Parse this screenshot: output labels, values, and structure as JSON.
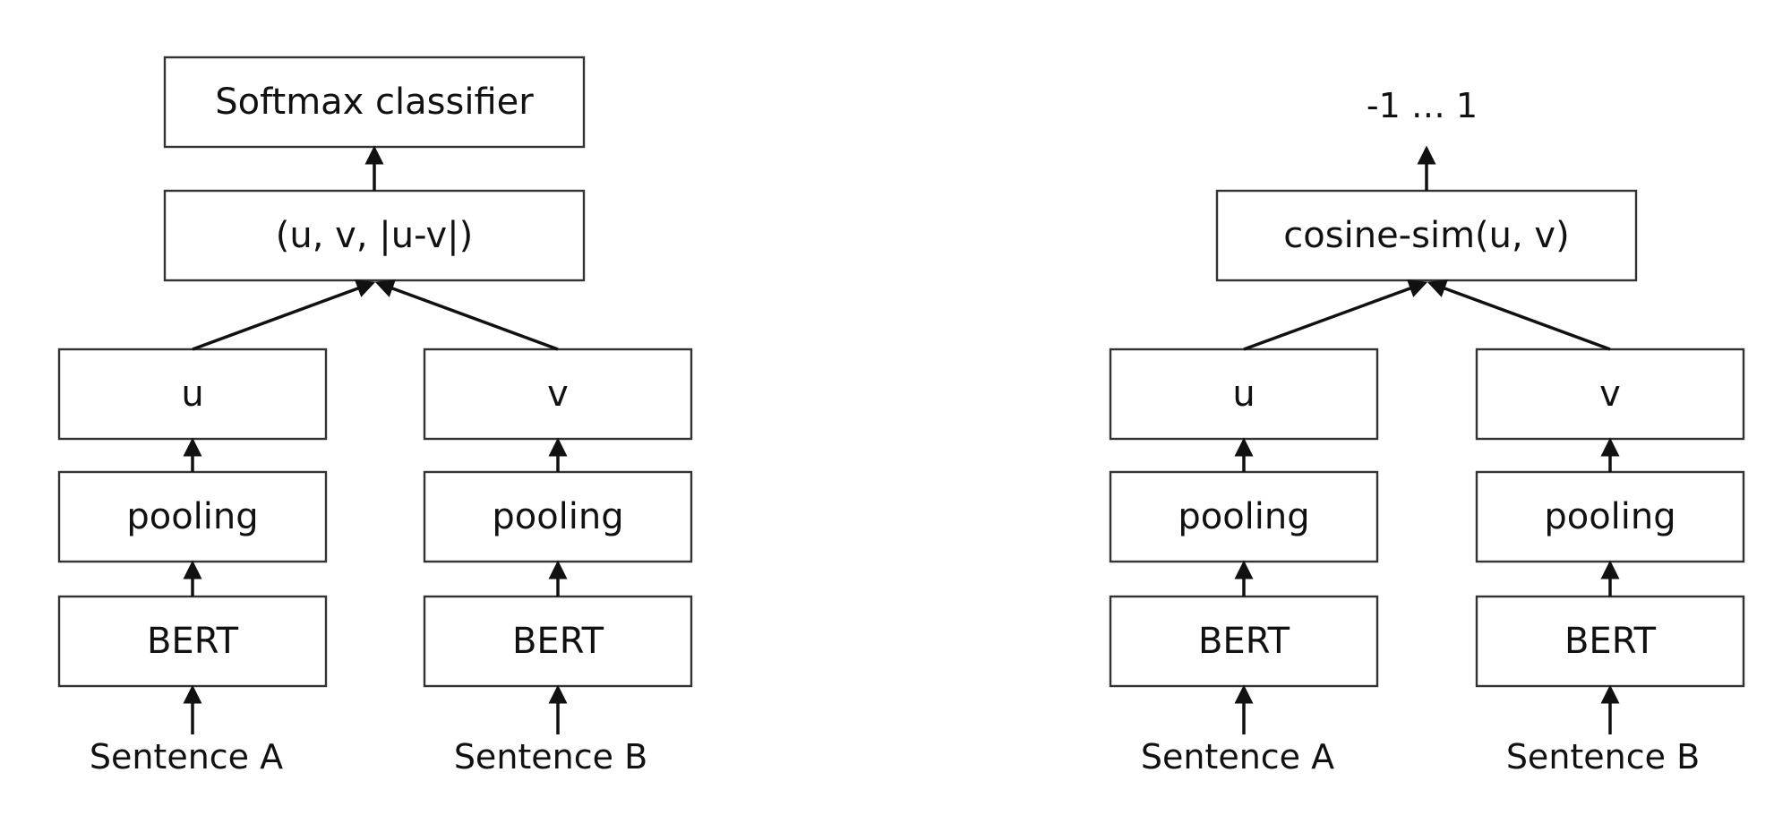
{
  "left": {
    "classifier_label": "Softmax classifier",
    "concat_label": "(u, v, |u-v|)",
    "branch_a": {
      "embedding_label": "u",
      "pooling_label": "pooling",
      "encoder_label": "BERT",
      "input_label": "Sentence A"
    },
    "branch_b": {
      "embedding_label": "v",
      "pooling_label": "pooling",
      "encoder_label": "BERT",
      "input_label": "Sentence B"
    }
  },
  "right": {
    "output_label": "-1 … 1",
    "similarity_label": "cosine-sim(u, v)",
    "branch_a": {
      "embedding_label": "u",
      "pooling_label": "pooling",
      "encoder_label": "BERT",
      "input_label": "Sentence A"
    },
    "branch_b": {
      "embedding_label": "v",
      "pooling_label": "pooling",
      "encoder_label": "BERT",
      "input_label": "Sentence B"
    }
  },
  "colors": {
    "stroke": "#333333",
    "text": "#111111",
    "background": "#ffffff"
  }
}
